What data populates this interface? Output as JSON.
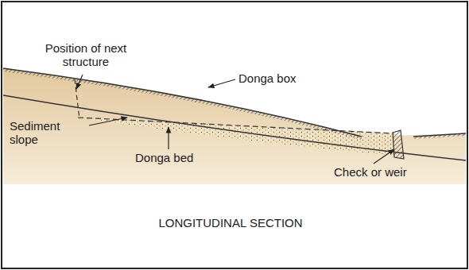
{
  "diagram": {
    "caption": "LONGITUDINAL SECTION",
    "labels": [
      "Position of next structure",
      "Donga box",
      "Sediment slope",
      "Donga bed",
      "Check or weir"
    ]
  }
}
